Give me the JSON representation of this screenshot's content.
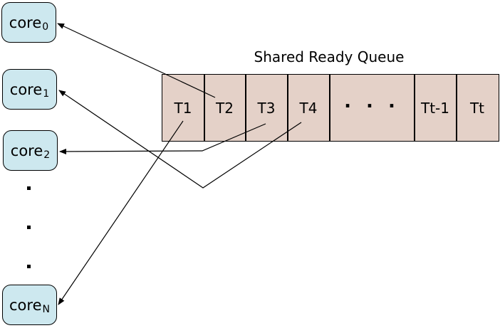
{
  "queue": {
    "title": "Shared Ready Queue",
    "cells": [
      "T1",
      "T2",
      "T3",
      "T4",
      ". . .",
      "Tt-1",
      "Tt"
    ]
  },
  "cores": [
    {
      "name": "core",
      "sub": "0"
    },
    {
      "name": "core",
      "sub": "1"
    },
    {
      "name": "core",
      "sub": "2"
    },
    {
      "name": "core",
      "sub": "N"
    }
  ],
  "colors": {
    "core_fill": "#cde8ef",
    "queue_fill": "#e4d1c8",
    "stroke": "#000000"
  }
}
